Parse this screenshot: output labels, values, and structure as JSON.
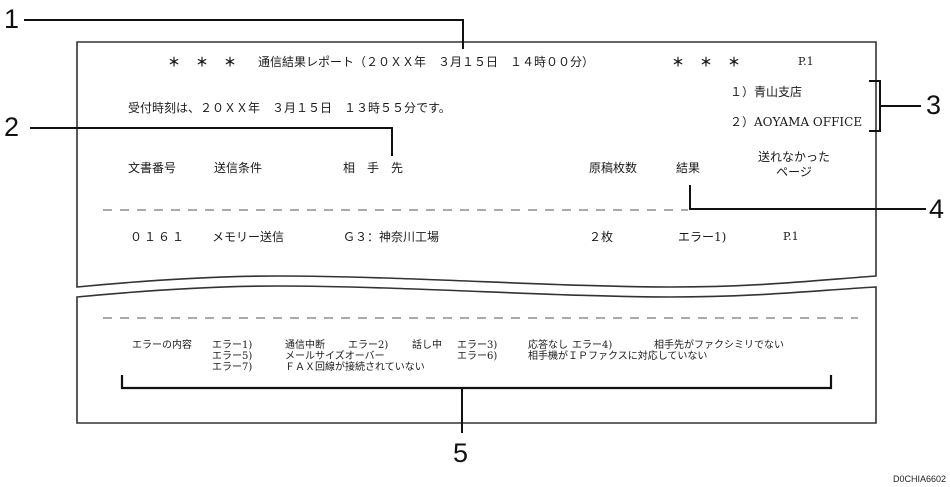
{
  "report": {
    "header": {
      "stars_left": "＊　＊　＊",
      "title": "通信結果レポート（２０ＸＸ年　３月１５日　１４時００分）",
      "stars_right": "＊　＊　＊",
      "page": "P.1"
    },
    "received": "受付時刻は、２０ＸＸ年　３月１５日　１３時５５分です。",
    "senders": [
      "１）青山支店",
      "２）AOYAMA OFFICE"
    ],
    "columns": {
      "doc_no": "文書番号",
      "mode": "送信条件",
      "destination": "相　手　先",
      "pages": "原稿枚数",
      "result": "結果",
      "failed_pages_line1": "送れなかった",
      "failed_pages_line2": "ページ"
    },
    "rows": [
      {
        "doc_no": "０１６１",
        "mode": "メモリー送信",
        "destination": "Ｇ３：神奈川工場",
        "pages": "２枚",
        "result": "エラー1)",
        "failed_pages": "P.1"
      }
    ],
    "error_legend": {
      "label": "エラーの内容",
      "errors": [
        {
          "code": "エラー1)",
          "text": "通信中断"
        },
        {
          "code": "エラー2)",
          "text": "話し中"
        },
        {
          "code": "エラー3)",
          "text": "応答なし"
        },
        {
          "code": "エラー4)",
          "text": "相手先がファクシミリでない"
        },
        {
          "code": "エラー5)",
          "text": "メールサイズオーバー"
        },
        {
          "code": "エラー6)",
          "text": "相手機がＩＰファクスに対応していない"
        },
        {
          "code": "エラー7)",
          "text": "ＦＡＸ回線が接続されていない"
        }
      ]
    }
  },
  "callouts": {
    "c1": "1",
    "c2": "2",
    "c3": "3",
    "c4": "4",
    "c5": "5"
  },
  "figure_code": "D0CHIA6602"
}
